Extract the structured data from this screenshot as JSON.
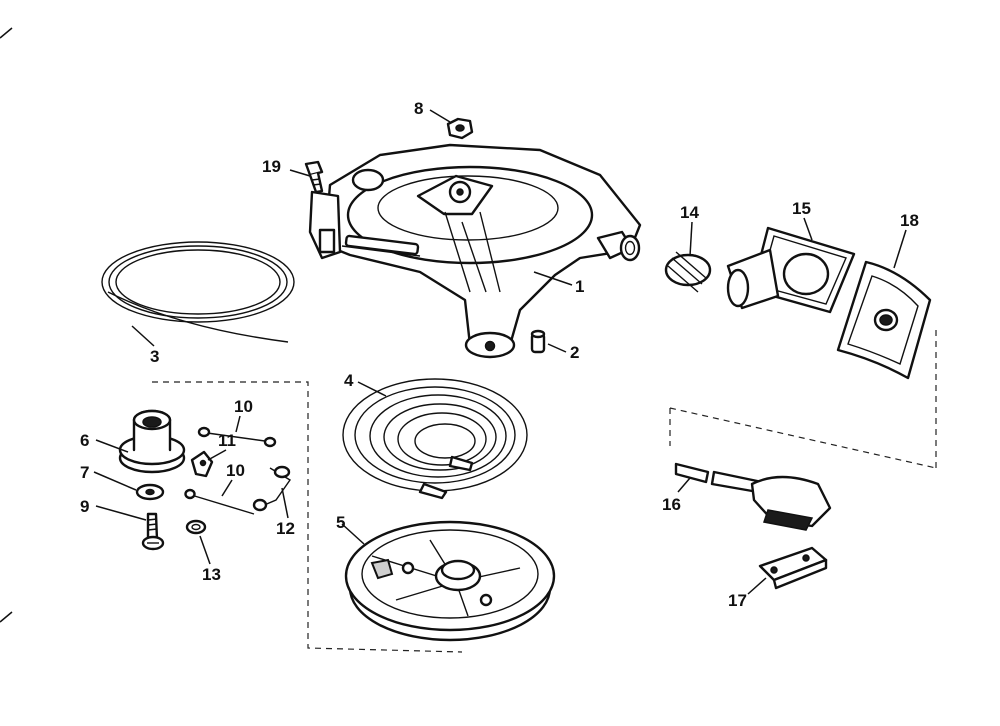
{
  "diagram": {
    "callouts": [
      "1",
      "2",
      "3",
      "4",
      "5",
      "6",
      "7",
      "8",
      "9",
      "10",
      "10",
      "11",
      "12",
      "13",
      "14",
      "15",
      "16",
      "17",
      "18",
      "19"
    ]
  }
}
